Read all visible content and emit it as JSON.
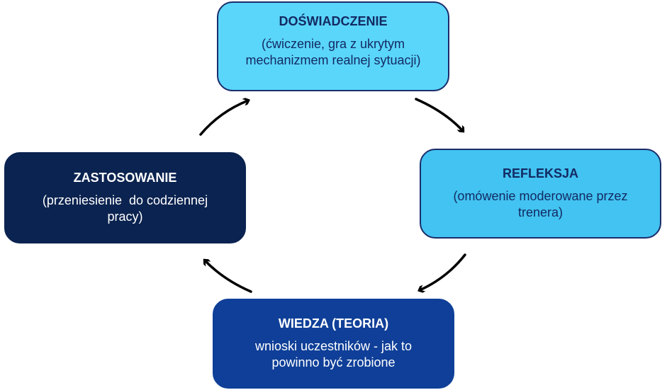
{
  "boxes": [
    {
      "title": "DOŚWIADCZENIE",
      "desc": "(ćwiczenie, gra z ukrytym mechanizmem realnej sytuacji)"
    },
    {
      "title": "REFLEKSJA",
      "desc": "(omówenie moderowane przez trenera)"
    },
    {
      "title": "WIEDZA (TEORIA)",
      "desc": "wnioski uczestników - jak to powinno być zrobione"
    },
    {
      "title": "ZASTOSOWANIE",
      "desc": "(przeniesienie  do codziennej pracy)"
    }
  ],
  "colors": {
    "experience": "#5ad6fa",
    "reflection": "#42c3f1",
    "knowledge": "#0f3f98",
    "application": "#0b2350"
  }
}
